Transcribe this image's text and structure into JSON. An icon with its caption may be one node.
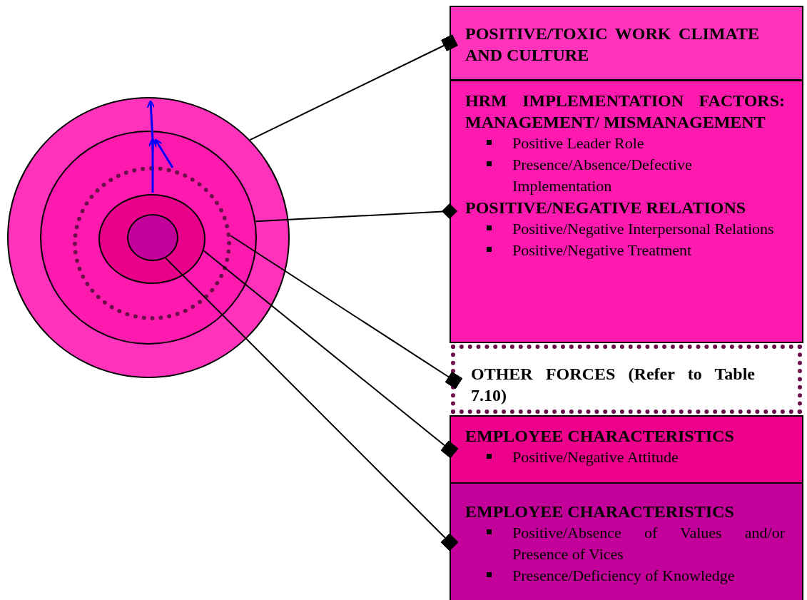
{
  "diagram": {
    "nodes": [
      {
        "text": [],
        "shape": "circle"
      },
      {
        "text": [],
        "shape": "circle",
        "in": 0
      },
      {
        "text": [],
        "shape": "circle",
        "in": 1
      },
      {
        "text": [],
        "shape": "circle",
        "in": 2
      },
      {
        "text": [],
        "shape": "circle",
        "in": 3
      },
      {
        "text": [
          "POSITIVE/TOXIC WORK CLIMATE AND CULTURE"
        ]
      },
      {
        "text": [
          "HRM IMPLEMENTATION FACTORS: MANAGEMENT/ MISMANAGEMENT",
          "Positive Leader Role",
          "Presence/Absence/Defective Implementation",
          "POSITIVE/NEGATIVE RELATIONS",
          "Positive/Negative Interpersonal Relations",
          "Positive/Negative Treatment"
        ]
      },
      {
        "text": [
          "OTHER FORCES (Refer to Table 7.10)"
        ]
      },
      {
        "text": [
          "EMPLOYEE CHARACTERISTICS",
          "Positive/Negative Attitude"
        ]
      },
      {
        "text": [
          "EMPLOYEE CHARACTERISTICS",
          "Positive/Absence of Values and/or Presence of Vices",
          "Presence/Deficiency of Knowledge"
        ]
      }
    ],
    "edges": [
      {
        "from": 0,
        "to": 5,
        "arrow": "other"
      },
      {
        "from": 1,
        "to": 6,
        "arrow": "other"
      },
      {
        "from": 2,
        "to": 7,
        "arrow": "other"
      },
      {
        "from": 3,
        "to": 8,
        "arrow": "other"
      },
      {
        "from": 4,
        "to": 9,
        "arrow": "other"
      }
    ]
  }
}
